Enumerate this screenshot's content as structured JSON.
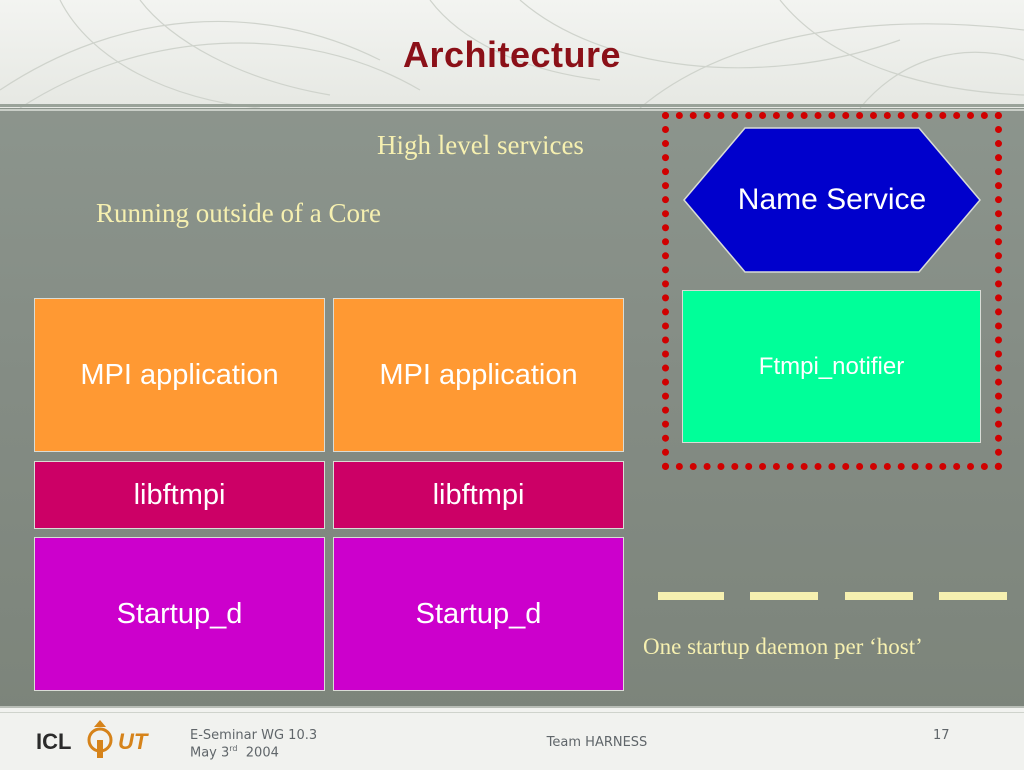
{
  "slide": {
    "title": "Architecture",
    "high_level_label": "High level services",
    "running_outside_label": "Running outside of a Core",
    "daemon_note": "One startup daemon per ‘host’"
  },
  "stack": [
    {
      "app": "MPI application",
      "lib": "libftmpi",
      "daemon": "Startup_d"
    },
    {
      "app": "MPI application",
      "lib": "libftmpi",
      "daemon": "Startup_d"
    }
  ],
  "services": {
    "name_service": "Name Service",
    "notifier": "Ftmpi_notifier"
  },
  "footer": {
    "seminar": "E-Seminar WG 10.3",
    "date_prefix": "May 3",
    "date_sup": "rd",
    "date_year": "2004",
    "team": "Team HARNESS",
    "page_number": "17"
  },
  "logos": {
    "left": "ICL",
    "right": "UT"
  },
  "colors": {
    "title": "#8b1018",
    "mpi_application": "#ff9933",
    "libftmpi": "#cc0066",
    "startup_d": "#cc00cc",
    "name_service": "#0000cc",
    "notifier": "#00ff99",
    "services_frame": "#d00000",
    "annotation_text": "#f6f0b0"
  }
}
